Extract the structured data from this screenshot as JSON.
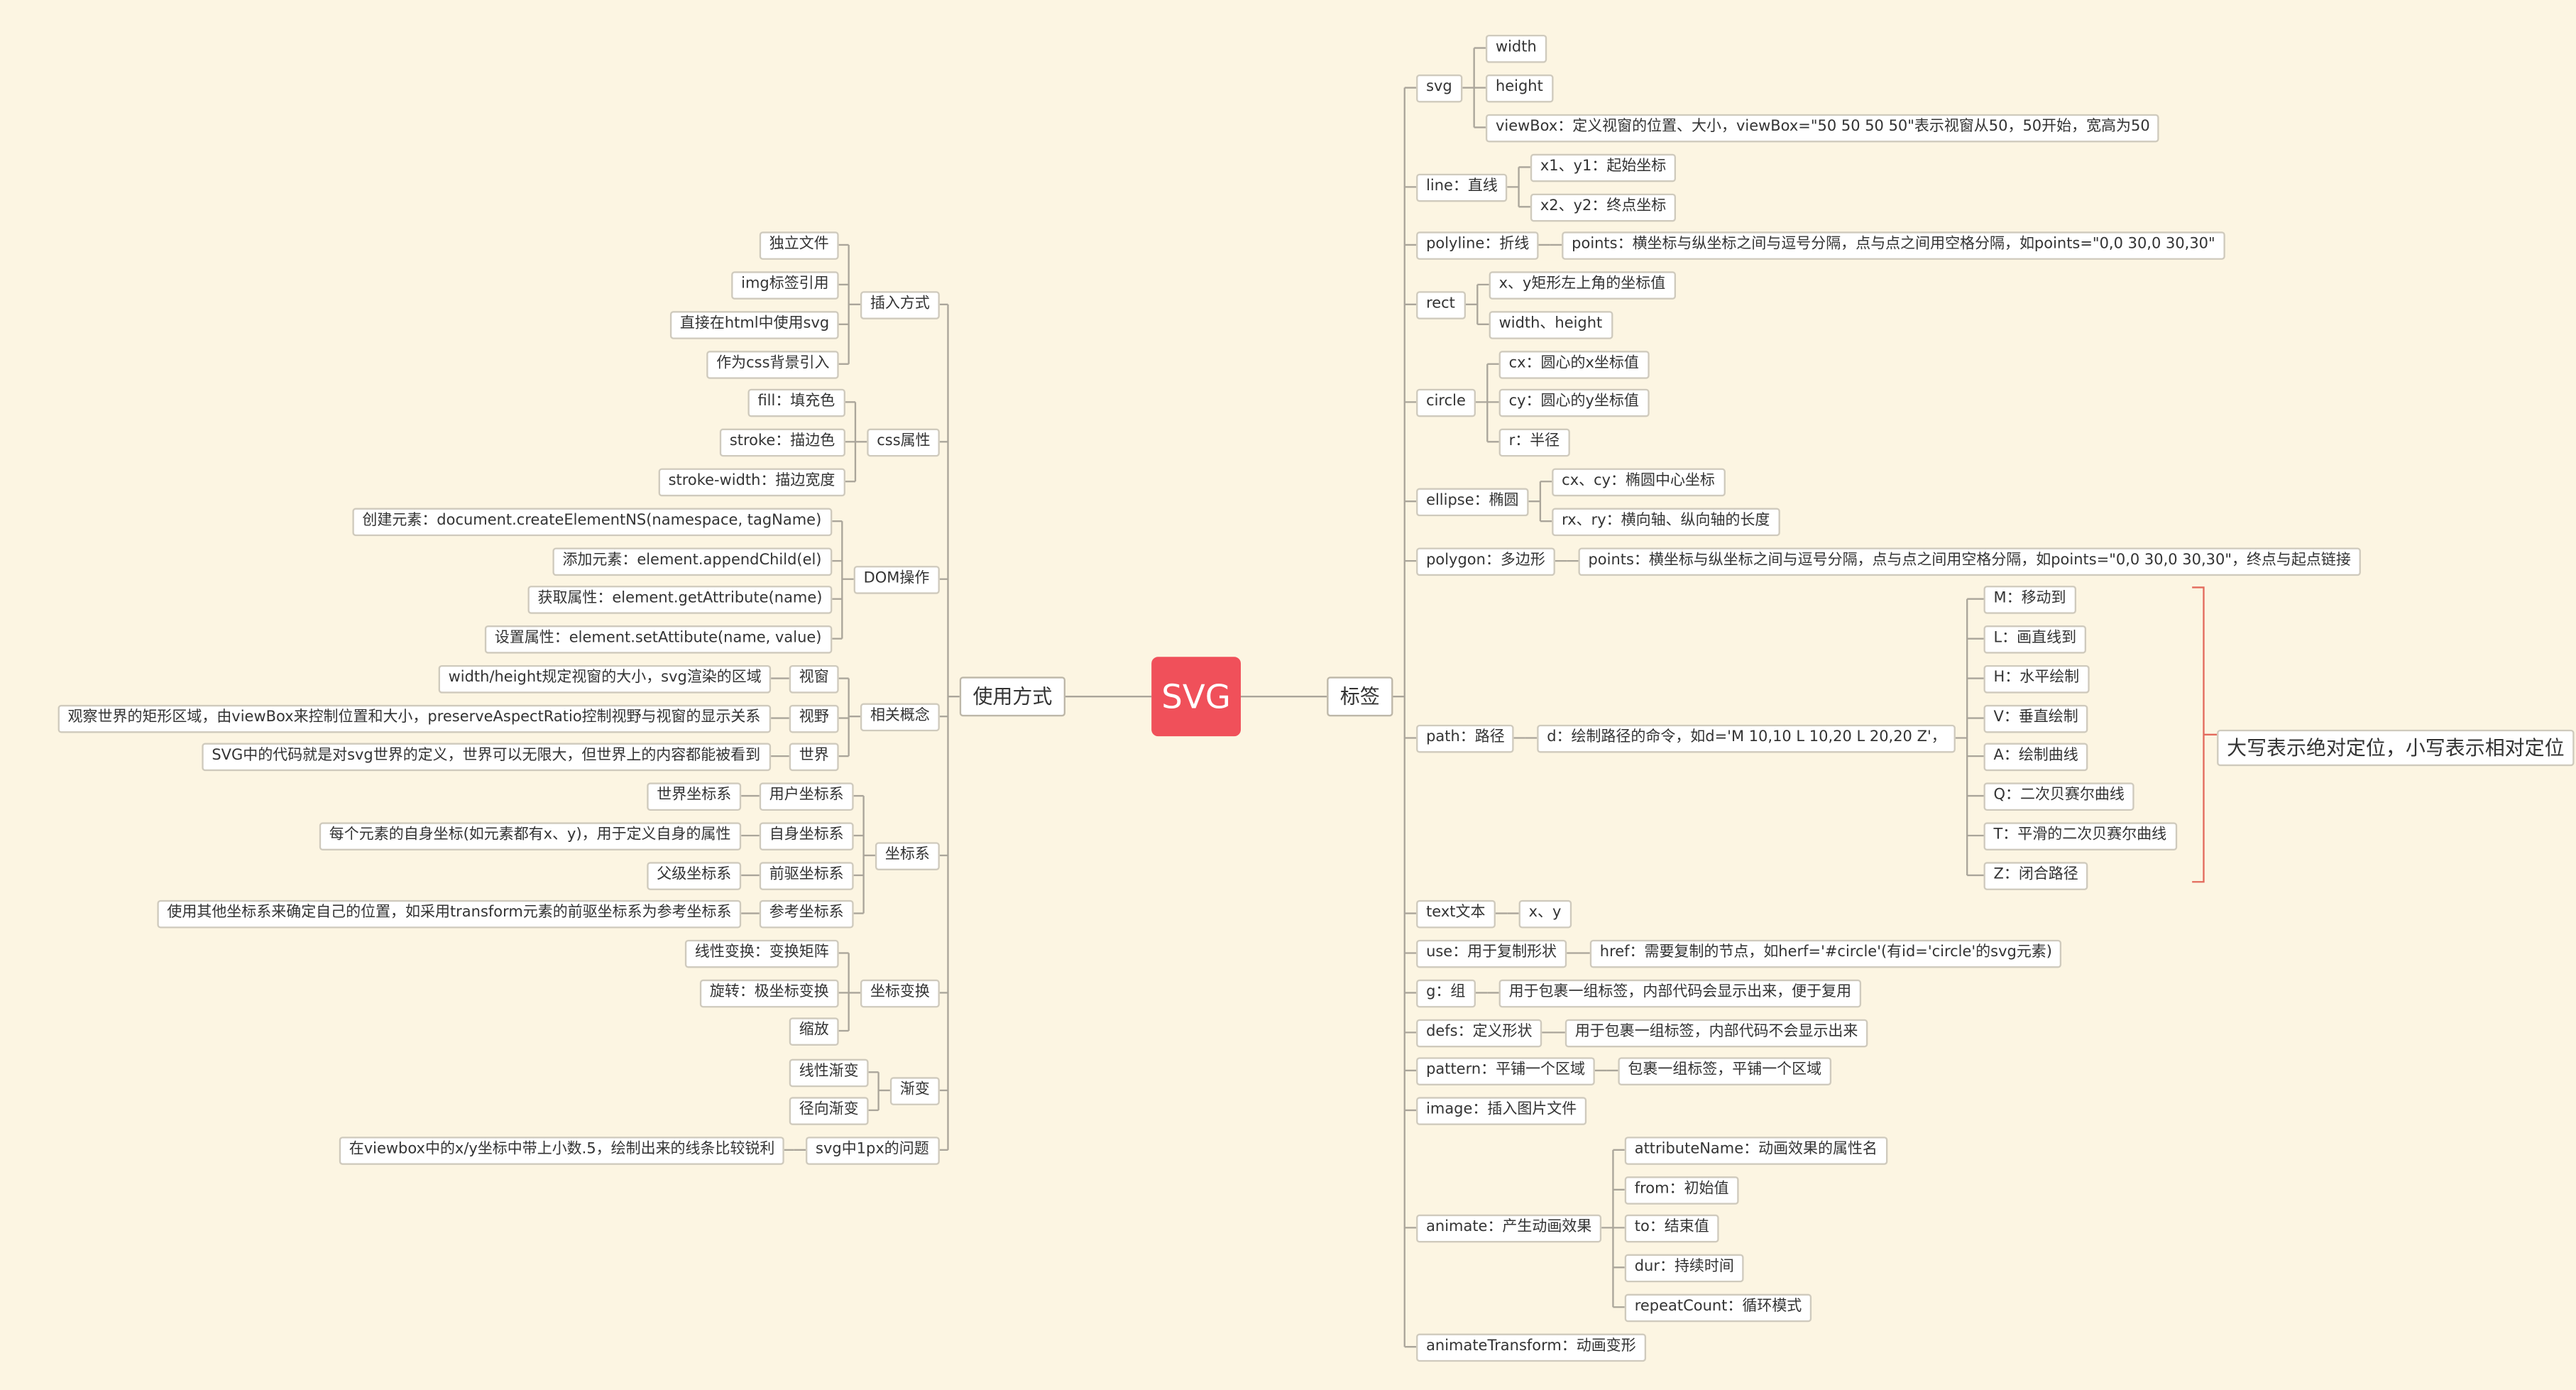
{
  "root": "SVG",
  "branches": {
    "left": {
      "label": "使用方式",
      "children": [
        {
          "label": "插入方式",
          "children": [
            "独立文件",
            "img标签引用",
            "直接在html中使用svg",
            "作为css背景引入"
          ]
        },
        {
          "label": "css属性",
          "children": [
            "fill：填充色",
            "stroke：描边色",
            "stroke-width：描边宽度"
          ]
        },
        {
          "label": "DOM操作",
          "children": [
            "创建元素：document.createElementNS(namespace, tagName)",
            "添加元素：element.appendChild(el)",
            "获取属性：element.getAttribute(name)",
            "设置属性：element.setAttibute(name, value)"
          ]
        },
        {
          "label": "相关概念",
          "children": [
            {
              "label": "视窗",
              "children": [
                "width/height规定视窗的大小，svg渲染的区域"
              ]
            },
            {
              "label": "视野",
              "children": [
                "观察世界的矩形区域，由viewBox来控制位置和大小，preserveAspectRatio控制视野与视窗的显示关系"
              ]
            },
            {
              "label": "世界",
              "children": [
                "SVG中的代码就是对svg世界的定义，世界可以无限大，但世界上的内容都能被看到"
              ]
            }
          ]
        },
        {
          "label": "坐标系",
          "children": [
            {
              "label": "用户坐标系",
              "children": [
                "世界坐标系"
              ]
            },
            {
              "label": "自身坐标系",
              "children": [
                "每个元素的自身坐标(如元素都有x、y)，用于定义自身的属性"
              ]
            },
            {
              "label": "前驱坐标系",
              "children": [
                "父级坐标系"
              ]
            },
            {
              "label": "参考坐标系",
              "children": [
                "使用其他坐标系来确定自己的位置，如采用transform元素的前驱坐标系为参考坐标系"
              ]
            }
          ]
        },
        {
          "label": "坐标变换",
          "children": [
            "线性变换：变换矩阵",
            "旋转：极坐标变换",
            "缩放"
          ]
        },
        {
          "label": "渐变",
          "children": [
            "线性渐变",
            "径向渐变"
          ]
        },
        {
          "label": "svg中1px的问题",
          "children": [
            "在viewbox中的x/y坐标中带上小数.5，绘制出来的线条比较锐利"
          ]
        }
      ]
    },
    "right": {
      "label": "标签",
      "children": [
        {
          "label": "svg",
          "children": [
            "width",
            "height",
            "viewBox：定义视窗的位置、大小，viewBox=\"50 50 50 50\"表示视窗从50，50开始，宽高为50"
          ]
        },
        {
          "label": "line：直线",
          "children": [
            "x1、y1：起始坐标",
            "x2、y2：终点坐标"
          ]
        },
        {
          "label": "polyline：折线",
          "children": [
            "points：横坐标与纵坐标之间与逗号分隔，点与点之间用空格分隔，如points=\"0,0 30,0 30,30\""
          ]
        },
        {
          "label": "rect",
          "children": [
            "x、y矩形左上角的坐标值",
            "width、height"
          ]
        },
        {
          "label": "circle",
          "children": [
            "cx：圆心的x坐标值",
            "cy：圆心的y坐标值",
            "r：半径"
          ]
        },
        {
          "label": "ellipse：椭圆",
          "children": [
            "cx、cy：椭圆中心坐标",
            "rx、ry：横向轴、纵向轴的长度"
          ]
        },
        {
          "label": "polygon：多边形",
          "children": [
            "points：横坐标与纵坐标之间与逗号分隔，点与点之间用空格分隔，如points=\"0,0 30,0 30,30\"，终点与起点链接"
          ]
        },
        {
          "label": "path：路径",
          "children": [
            {
              "label": "d：绘制路径的命令，如d='M 10,10 L 10,20 L 20,20 Z'，",
              "children": [
                "M：移动到",
                "L：画直线到",
                "H：水平绘制",
                "V：垂直绘制",
                "A：绘制曲线",
                "Q：二次贝赛尔曲线",
                "T：平滑的二次贝赛尔曲线",
                "Z：闭合路径"
              ]
            }
          ]
        },
        {
          "label": "text文本",
          "children": [
            "x、y"
          ]
        },
        {
          "label": "use：用于复制形状",
          "children": [
            "href：需要复制的节点，如herf='#circle'(有id='circle'的svg元素)"
          ]
        },
        {
          "label": "g：组",
          "children": [
            "用于包裹一组标签，内部代码会显示出来，便于复用"
          ]
        },
        {
          "label": "defs：定义形状",
          "children": [
            "用于包裹一组标签，内部代码不会显示出来"
          ]
        },
        {
          "label": "pattern：平铺一个区域",
          "children": [
            "包裹一组标签，平铺一个区域"
          ]
        },
        {
          "label": "image：插入图片文件",
          "children": []
        },
        {
          "label": "animate：产生动画效果",
          "children": [
            "attributeName：动画效果的属性名",
            "from：初始值",
            "to：结束值",
            "dur：持续时间",
            "repeatCount：循环模式"
          ]
        },
        {
          "label": "animateTransform：动画变形",
          "children": []
        }
      ]
    }
  },
  "path_note": "大写表示绝对定位，小写表示相对定位",
  "colors": {
    "background": "#fcf5e2",
    "root": "#f0505a",
    "line": "#aaa59a",
    "bracket": "#e36a5c"
  }
}
